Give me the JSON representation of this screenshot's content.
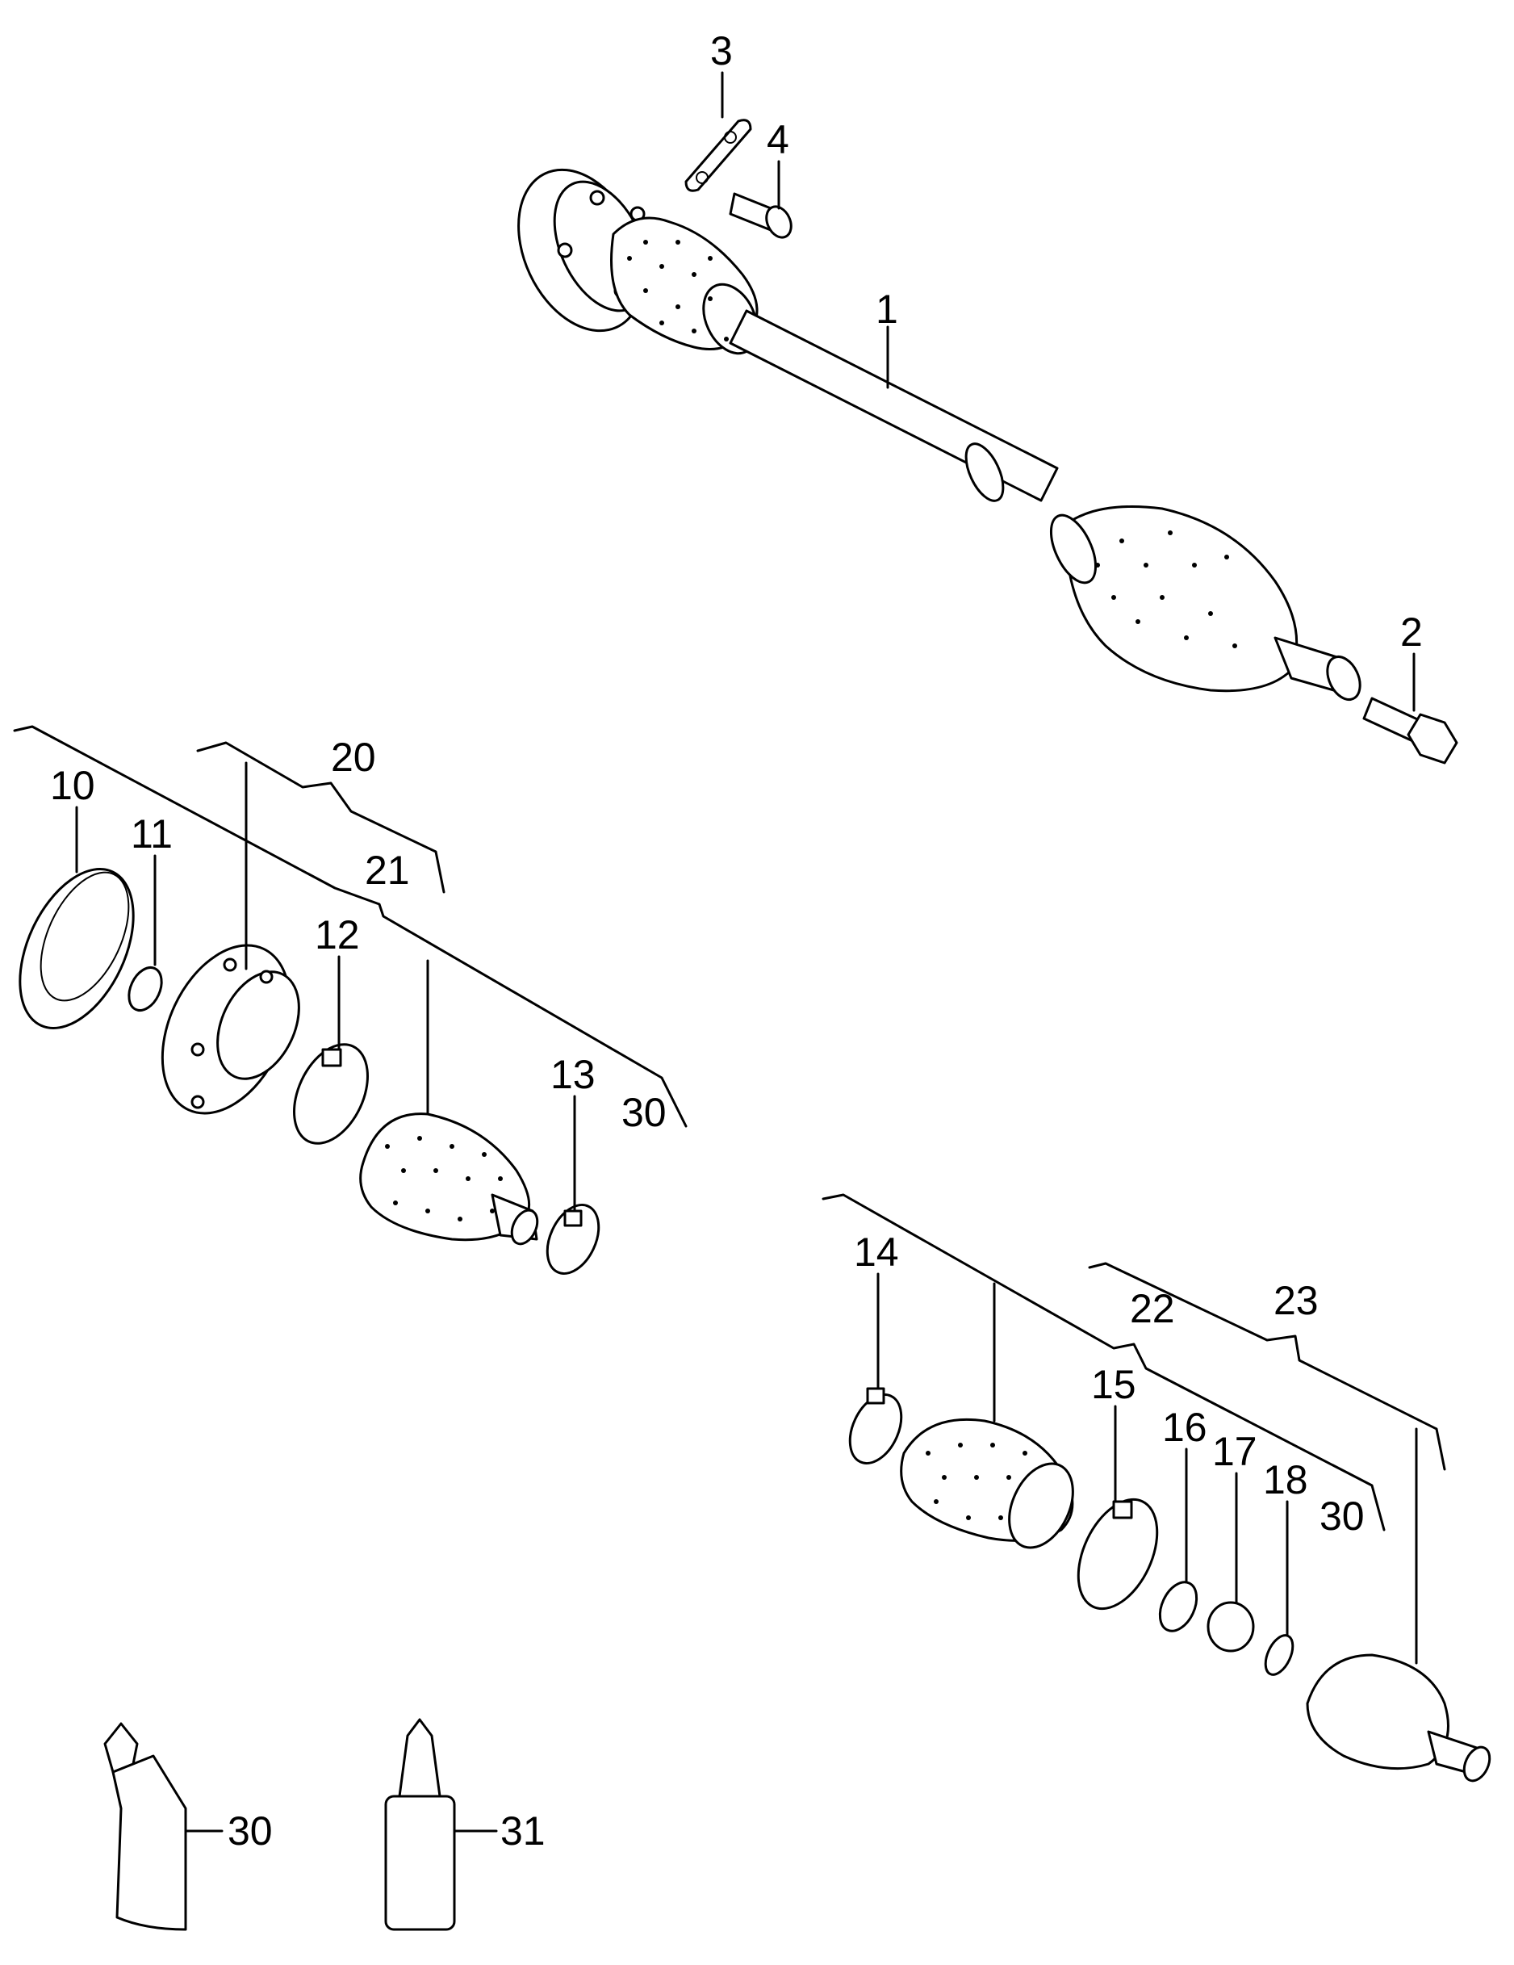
{
  "diagram": {
    "callouts": [
      {
        "id": "1",
        "text": "1"
      },
      {
        "id": "2",
        "text": "2"
      },
      {
        "id": "3",
        "text": "3"
      },
      {
        "id": "4",
        "text": "4"
      },
      {
        "id": "10",
        "text": "10"
      },
      {
        "id": "11",
        "text": "11"
      },
      {
        "id": "12",
        "text": "12"
      },
      {
        "id": "13",
        "text": "13"
      },
      {
        "id": "14",
        "text": "14"
      },
      {
        "id": "15",
        "text": "15"
      },
      {
        "id": "16",
        "text": "16"
      },
      {
        "id": "17",
        "text": "17"
      },
      {
        "id": "18",
        "text": "18"
      },
      {
        "id": "20",
        "text": "20"
      },
      {
        "id": "21",
        "text": "21"
      },
      {
        "id": "22",
        "text": "22"
      },
      {
        "id": "23",
        "text": "23"
      },
      {
        "id": "30a",
        "text": "30"
      },
      {
        "id": "30b",
        "text": "30"
      },
      {
        "id": "30c",
        "text": "30"
      },
      {
        "id": "31",
        "text": "31"
      }
    ]
  }
}
